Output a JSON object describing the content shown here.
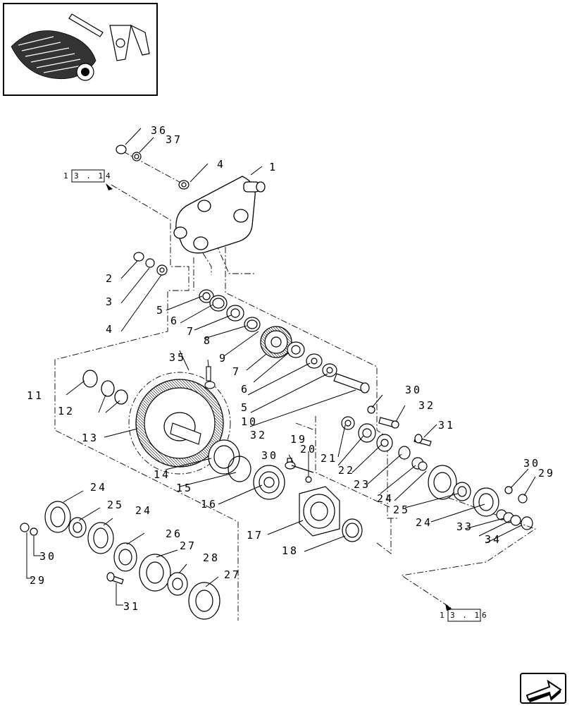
{
  "diagram": {
    "callouts": [
      "1",
      "2",
      "3",
      "4",
      "4",
      "5",
      "6",
      "7",
      "8",
      "9",
      "7",
      "6",
      "5",
      "10",
      "11",
      "12",
      "13",
      "14",
      "15",
      "16",
      "17",
      "18",
      "19",
      "20",
      "21",
      "22",
      "23",
      "24",
      "25",
      "24",
      "26",
      "27",
      "28",
      "27",
      "24",
      "25",
      "24",
      "29",
      "29",
      "30",
      "30",
      "30",
      "30",
      "31",
      "31",
      "32",
      "32",
      "33",
      "34",
      "35",
      "36",
      "37"
    ],
    "ref_top": {
      "prefix": "1",
      "boxed": "3 . 1",
      "suffix": "4"
    },
    "ref_bottom": {
      "prefix": "1",
      "boxed": "3 . 1",
      "suffix": "6"
    }
  },
  "thumbnail": {
    "icon": "assembly-thumbnail-icon"
  },
  "nav": {
    "icon": "next-page-arrow-icon"
  }
}
